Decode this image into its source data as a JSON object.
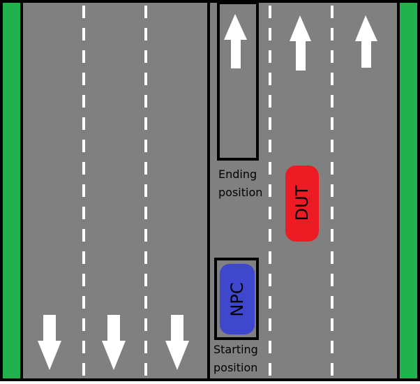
{
  "colors": {
    "road": "#808080",
    "border": "#000000",
    "grass": "#22b14c",
    "marking": "#ffffff",
    "npc_car": "#3f48cc",
    "dut_car": "#ed1c24",
    "label_text": "#000000"
  },
  "labels": {
    "ending_position": [
      "Ending",
      "position"
    ],
    "starting_position": [
      "Starting",
      "position"
    ]
  },
  "vehicles": {
    "npc": {
      "label": "NPC",
      "text_color": "#000000"
    },
    "dut": {
      "label": "DUT",
      "text_color": "#000000"
    }
  },
  "arrows": {
    "northbound_count": 3,
    "southbound_count": 3
  }
}
